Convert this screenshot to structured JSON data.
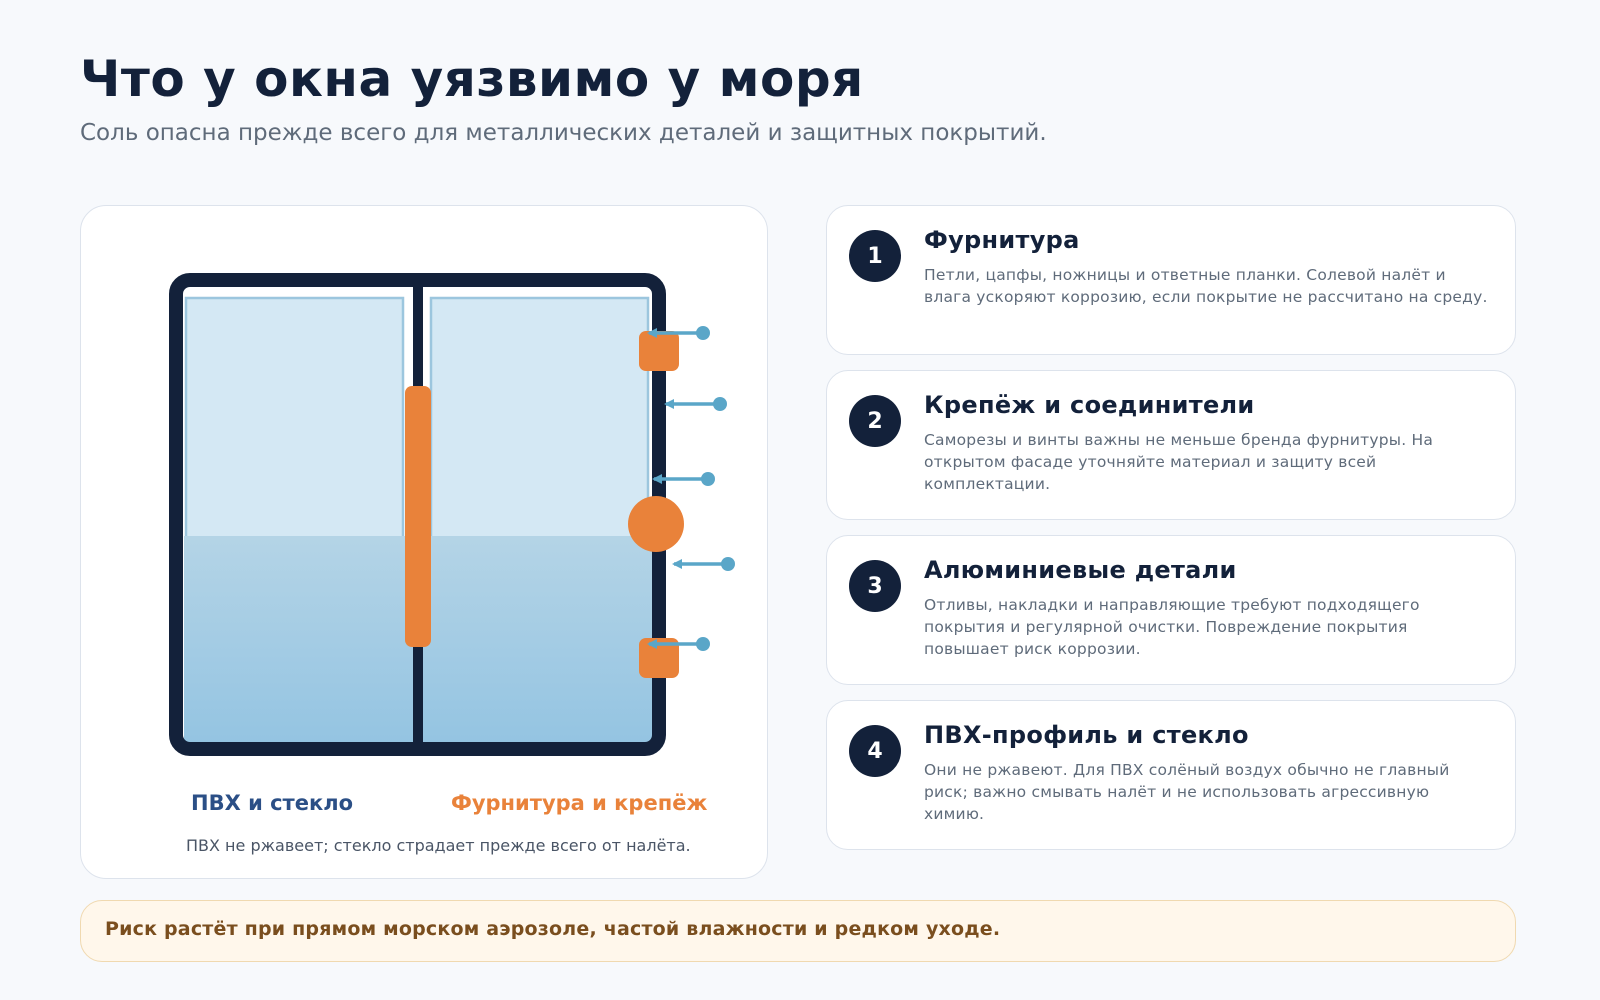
{
  "header": {
    "title": "Что у окна уязвимо у моря",
    "subtitle": "Соль опасна прежде всего для металлических деталей и защитных покрытий."
  },
  "diagram": {
    "legend_pvc": "ПВХ и стекло",
    "legend_hardware": "Фурнитура и крепёж",
    "note": "ПВХ не ржавеет; стекло страдает прежде всего от налёта."
  },
  "items": [
    {
      "number": "1",
      "title": "Фурнитура",
      "description": "Петли, цапфы, ножницы и ответные планки. Солевой налёт и влага ускоряют коррозию, если покрытие не рассчитано на среду."
    },
    {
      "number": "2",
      "title": "Крепёж и соединители",
      "description": "Саморезы и винты важны не меньше бренда фурнитуры. На открытом фасаде уточняйте материал и защиту всей комплектации."
    },
    {
      "number": "3",
      "title": "Алюминиевые детали",
      "description": "Отливы, накладки и направляющие требуют подходящего покрытия и регулярной очистки. Повреждение покрытия повышает риск коррозии."
    },
    {
      "number": "4",
      "title": "ПВХ-профиль и стекло",
      "description": "Они не ржавеют. Для ПВХ солёный воздух обычно не главный риск; важно смывать налёт и не использовать агрессивную химию."
    }
  ],
  "footer": {
    "text": "Риск растёт при прямом морском аэрозоле, частой влажности и редком уходе."
  },
  "colors": {
    "navy": "#13213a",
    "hardware_orange": "#e9823a",
    "salt_blue": "#5aa6c8",
    "glass_light": "#d4e8f4",
    "warning_bg": "#fff7eb"
  }
}
